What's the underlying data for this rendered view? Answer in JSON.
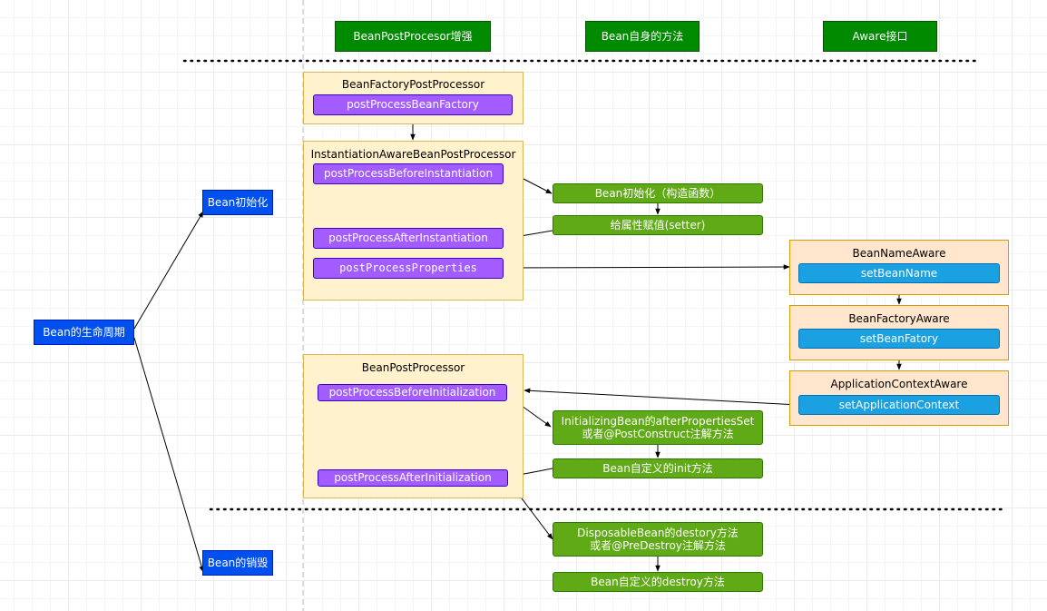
{
  "headers": {
    "bpp": "BeanPostProcesor增强",
    "self": "Bean自身的方法",
    "aware": "Aware接口"
  },
  "lifecycle": {
    "root": "Bean的生命周期",
    "init": "Bean初始化",
    "destroy": "Bean的销毁"
  },
  "bfpp": {
    "title": "BeanFactoryPostProcessor",
    "method": "postProcessBeanFactory"
  },
  "iabpp": {
    "title": "InstantiationAwareBeanPostProcessor",
    "before": "postProcessBeforeInstantiation",
    "after": "postProcessAfterInstantiation",
    "props": "postProcessProperties"
  },
  "bpp": {
    "title": "BeanPostProcessor",
    "before": "postProcessBeforeInitialization",
    "after": "postProcessAfterInitialization"
  },
  "self": {
    "construct": "Bean初始化（构造函数）",
    "setter": "给属性赋值(setter)",
    "init_line1": "InitializingBean的afterPropertiesSet",
    "init_line2": "或者@PostConstruct注解方法",
    "custom_init": "Bean自定义的init方法",
    "disp_line1": "DisposableBean的destory方法",
    "disp_line2": "或者@PreDestroy注解方法",
    "custom_destroy": "Bean自定义的destroy方法"
  },
  "aware": {
    "bn_title": "BeanNameAware",
    "bn_method": "setBeanName",
    "bf_title": "BeanFactoryAware",
    "bf_method": "setBeanFatory",
    "ac_title": "ApplicationContextAware",
    "ac_method": "setApplicationContext"
  },
  "colors": {
    "header_green": "#008a00",
    "lifecycle_blue": "#0050ef",
    "method_green": "#60a917",
    "processor_purple": "#a35cff",
    "aware_cyan": "#1ba1e2",
    "processor_container": "#fff2cc",
    "aware_container": "#ffe6cc"
  }
}
